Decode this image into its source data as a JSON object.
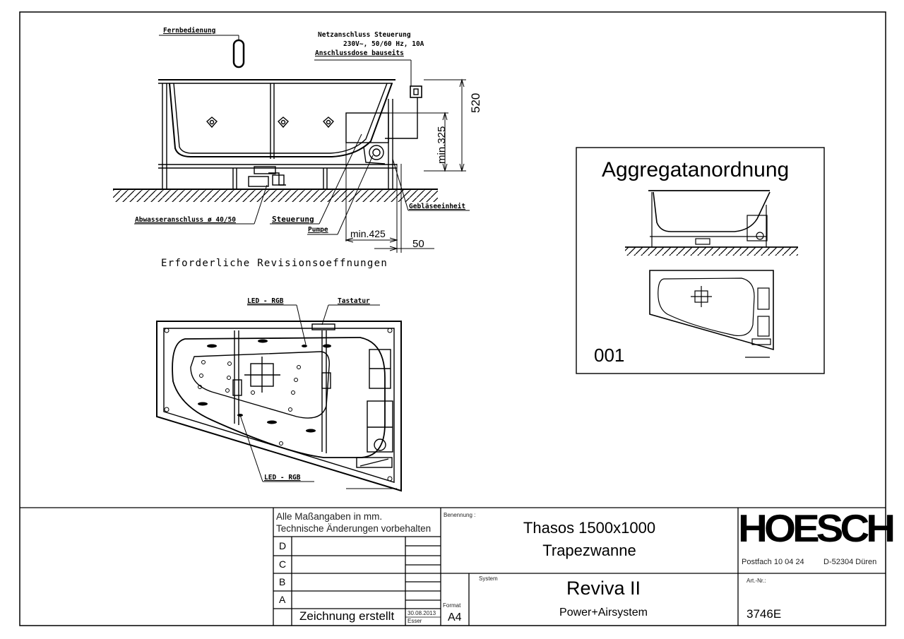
{
  "labels": {
    "fernbedienung": "Fernbedienung",
    "netzanschluss_1": "Netzanschluss Steuerung",
    "netzanschluss_2": "230V~, 50/60 Hz, 10A",
    "netzanschluss_3": "Anschlussdose bauseits",
    "dim_520": "520",
    "dim_325": "min.325",
    "geblaese": "Gebläseeinheit",
    "abwasser": "Abwasseranschluss ø 40/50",
    "steuerung": "Steuerung",
    "pumpe": "Pumpe",
    "dim_425": "min.425",
    "dim_50": "50",
    "revision": "Erforderliche Revisionsoeffnungen",
    "led_top": "LED - RGB",
    "tastatur": "Tastatur",
    "led_bottom": "LED - RGB"
  },
  "inset": {
    "title": "Aggregatanordnung",
    "code": "001"
  },
  "title_block": {
    "note_1": "Alle Maßangaben in mm.",
    "note_2": "Technische Änderungen vorbehalten",
    "rev_d": "D",
    "rev_c": "C",
    "rev_b": "B",
    "rev_a": "A",
    "drawing_created": "Zeichnung erstellt",
    "date": "30.08.2013",
    "author": "Esser",
    "format_label": "Format",
    "format": "A4",
    "benennung_label": "Benennung :",
    "product_1": "Thasos 1500x1000",
    "product_2": "Trapezwanne",
    "system_label": "System",
    "system": "Reviva II",
    "system_sub": "Power+Airsystem",
    "brand": "HOESCH",
    "address_1": "Postfach 10 04 24",
    "address_2": "D-52304 Düren",
    "art_label": "Art.-Nr.:",
    "art_no": "3746E"
  }
}
